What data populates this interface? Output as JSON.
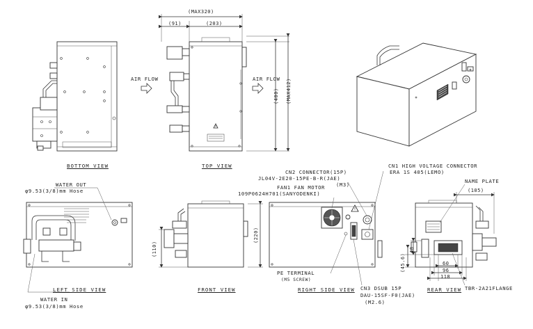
{
  "views": {
    "bottom": "BOTTOM VIEW",
    "top": "TOP VIEW",
    "left_side": "LEFT SIDE VIEW",
    "front": "FRONT VIEW",
    "right_side": "RIGHT SIDE VIEW",
    "rear": "REAR VIEW"
  },
  "top_view": {
    "dim_max320": "(MAX320)",
    "dim_91": "(91)",
    "dim_203": "(203)",
    "dim_400": "(400)",
    "dim_max412": "(MAX412)",
    "air_flow_in": "AIR FLOW",
    "air_flow_out": "AIR FLOW"
  },
  "left_side": {
    "water_out": "WATER OUT",
    "water_out_hose": "φ9.53(3/8)mm Hose",
    "water_in": "WATER IN",
    "water_in_hose": "φ9.53(3/8)mm Hose"
  },
  "front_view": {
    "dim_110": "(110)",
    "dim_220": "(220)"
  },
  "right_side": {
    "cn2_title": "CN2 CONNECTOR(15P)",
    "cn2_part": "JL04V-2E20-15PE-B-R(JAE)",
    "cn2_screw": "(M3)",
    "fan_title": "FAN1 FAN MOTOR",
    "fan_part": "109P0624H701(SANYODENKI)",
    "cn1_title": "CN1 HIGH VOLTAGE CONNECTOR",
    "cn1_part": "ERA 1S 405(LEMO)",
    "pe_title": "PE TERMINAL",
    "pe_screw": "(M5 SCREW)",
    "cn3_title": "CN3 DSUB 15P",
    "cn3_part": "DAU-15SF-F0(JAE)",
    "cn3_screw": "(M2.6)"
  },
  "rear_view": {
    "name_plate": "NAME PLATE",
    "dim_105": "(105)",
    "dim_48": "48",
    "dim_45_6": "(45.6)",
    "dim_60": "60",
    "dim_96": "96",
    "dim_118": "118",
    "flange": "TBR-2A21FLANGE"
  }
}
